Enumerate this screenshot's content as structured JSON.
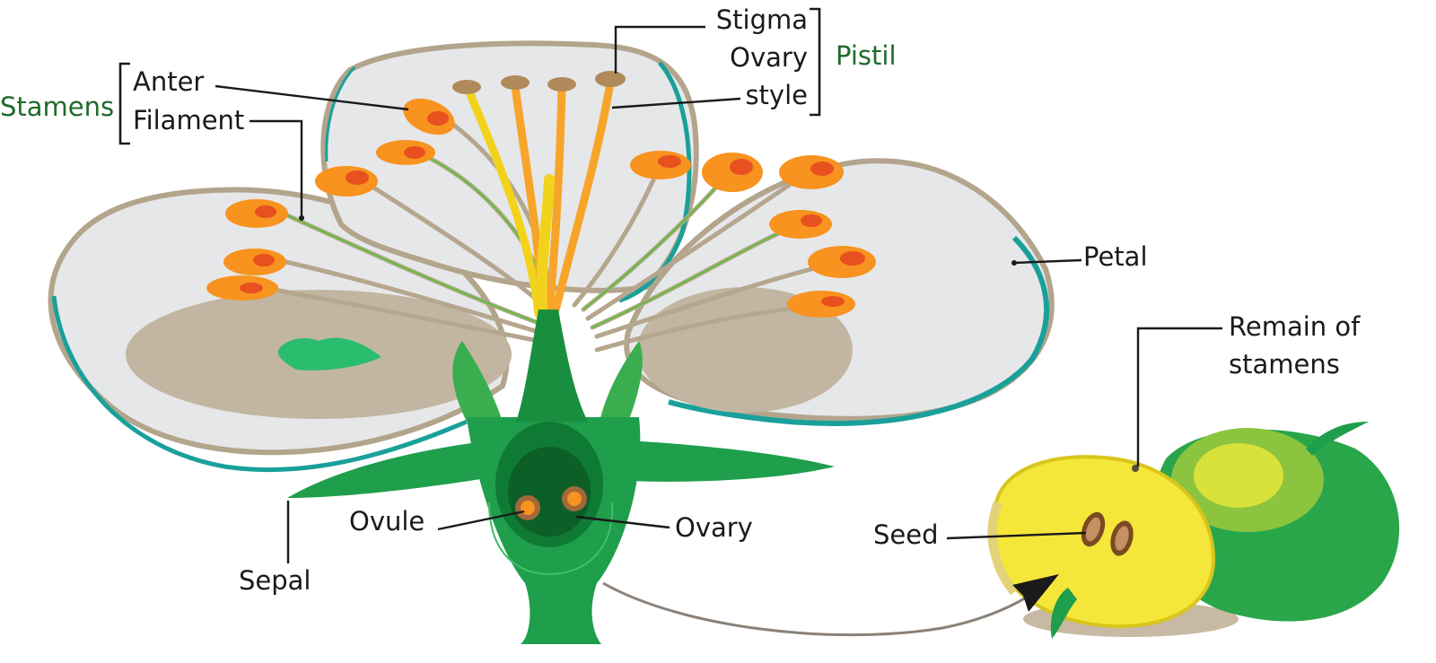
{
  "colors": {
    "petal_fill": "#e6e7e9",
    "petal_edge": "#b3a48c",
    "petal_rim": "#1aa09a",
    "petal_shadow": "#c2b6a2",
    "sepal_green": "#1f9e4c",
    "dark_green": "#0f7a33",
    "anther_orange": "#f7931e",
    "anther_red": "#e8501f",
    "filament_tan": "#b5a68e",
    "style_yellow": "#f2d31c",
    "fruit_yellow": "#f5e63a",
    "fruit_green": "#2aa64a",
    "label_green": "#1f6b2a"
  },
  "labels": {
    "stamens": "Stamens",
    "anter": "Anter",
    "filament": "Filament",
    "stigma": "Stigma",
    "ovary_top": "Ovary",
    "style": "style",
    "pistil": "Pistil",
    "petal": "Petal",
    "remain_line1": "Remain of",
    "remain_line2": "stamens",
    "seed": "Seed",
    "ovule": "Ovule",
    "ovary_bottom": "Ovary",
    "sepal": "Sepal"
  }
}
